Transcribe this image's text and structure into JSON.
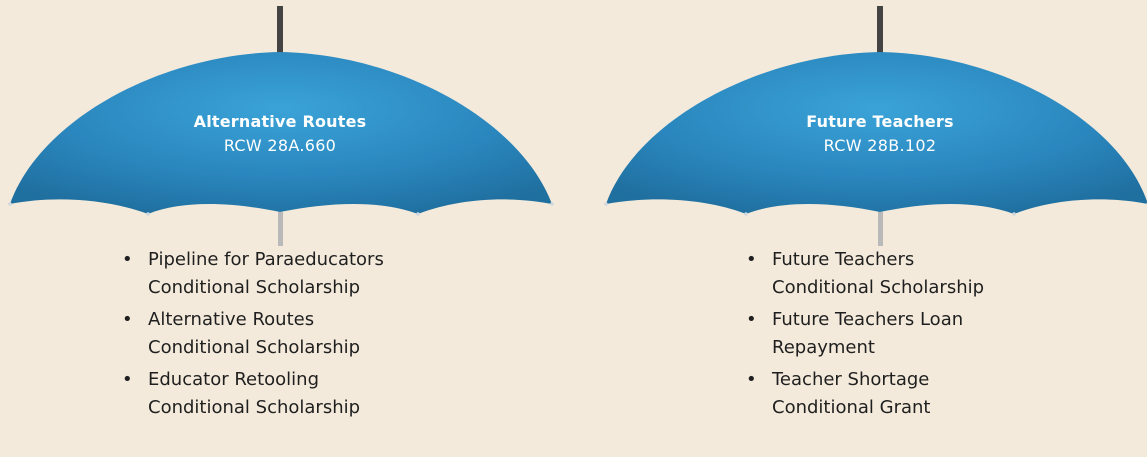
{
  "colors": {
    "background": "#f3eadb",
    "canopy": "#2b86bd",
    "shaft": "#444444",
    "text": "#1f1f1f",
    "canopy_text": "#ffffff"
  },
  "umbrellas": [
    {
      "title": "Alternative Routes",
      "subtitle": "RCW 28A.660",
      "items": [
        {
          "line1": "Pipeline for Paraeducators",
          "line2": "Conditional Scholarship"
        },
        {
          "line1": "Alternative Routes",
          "line2": "Conditional Scholarship"
        },
        {
          "line1": "Educator Retooling",
          "line2": "Conditional Scholarship"
        }
      ]
    },
    {
      "title": "Future Teachers",
      "subtitle": "RCW 28B.102",
      "items": [
        {
          "line1": "Future Teachers",
          "line2": "Conditional Scholarship"
        },
        {
          "line1": "Future Teachers Loan",
          "line2": "Repayment"
        },
        {
          "line1": "Teacher Shortage",
          "line2": "Conditional Grant"
        }
      ]
    }
  ],
  "icons": {
    "bullet": "bullet-dot",
    "umbrella": "umbrella-icon"
  }
}
